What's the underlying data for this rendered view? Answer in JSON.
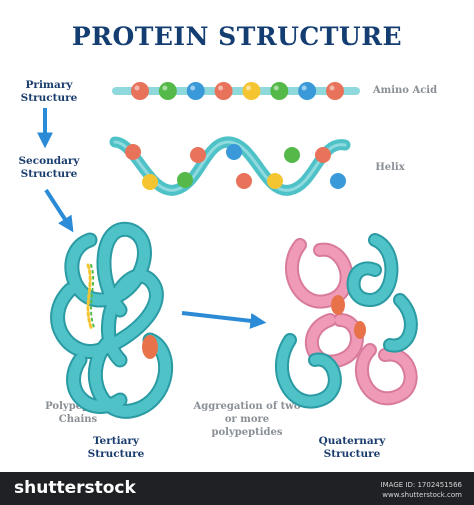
{
  "title": "PROTEIN STRUCTURE",
  "labels": {
    "primary": [
      "Primary",
      "Structure"
    ],
    "secondary": [
      "Secondary",
      "Structure"
    ],
    "tertiary": [
      "Tertiary",
      "Structure"
    ],
    "quaternary": [
      "Quaternary",
      "Structure"
    ],
    "amino_acid": "Amino Acid",
    "helix": "Helix",
    "polypeptide": [
      "Polypeptide",
      "Chains"
    ],
    "aggregation": [
      "Aggregation of two",
      "or more polypeptides"
    ]
  },
  "colors": {
    "title": "#143e72",
    "teal": "#4fc2c8",
    "teal_dark": "#2a9aa3",
    "pink": "#ef9bb8",
    "bead_red": "#e8735a",
    "bead_green": "#54b949",
    "bead_blue": "#3a9ad9",
    "bead_yellow": "#f4c531",
    "arrow": "#2c8bd6"
  },
  "beads": [
    "red",
    "green",
    "blue",
    "red",
    "yellow",
    "green",
    "blue",
    "red"
  ],
  "footer": {
    "logo": "shutterstock",
    "image_id": "IMAGE ID: 1702451566",
    "site": "www.shutterstock.com"
  }
}
